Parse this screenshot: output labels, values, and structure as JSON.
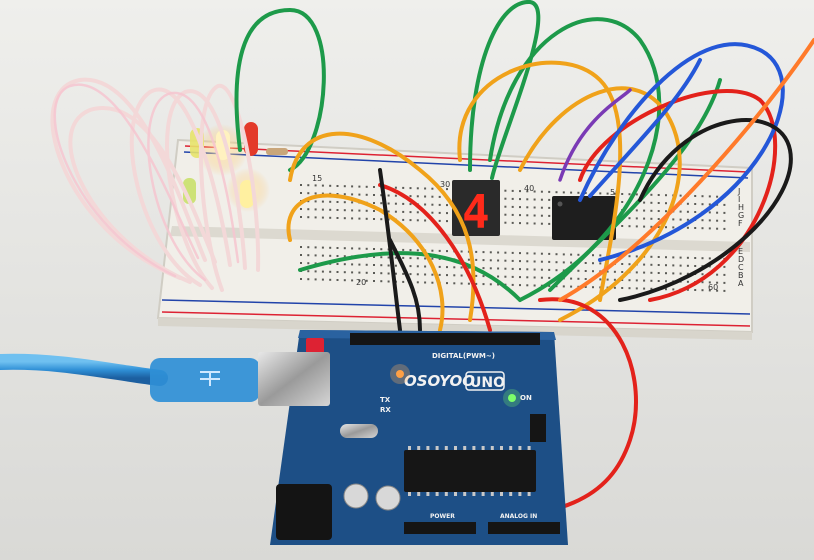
{
  "photo": {
    "board_brand": "OSOYOO",
    "board_model": "UNO",
    "header_label": "DIGITAL(PWM~)",
    "power_label": "POWER",
    "analog_label": "ANALOG IN",
    "on_label": "ON",
    "tx_label": "TX",
    "rx_label": "RX",
    "seven_segment_digit": "4",
    "breadboard_columns": [
      "15",
      "20",
      "30",
      "40",
      "50",
      "60"
    ],
    "breadboard_rows_top": [
      "J",
      "I",
      "H",
      "G",
      "F"
    ],
    "breadboard_rows_bottom": [
      "E",
      "D",
      "C",
      "B",
      "A"
    ]
  },
  "colors": {
    "background": "#e6e6e3",
    "board": "#1d4f86",
    "breadboard": "#f1efe9",
    "usb_cable": "#2f8fd6",
    "wire_green": "#1d9a4a",
    "wire_orange": "#f0a21a",
    "wire_red": "#e3221b",
    "wire_blue": "#2457d8",
    "wire_black": "#1a1a1a",
    "wire_white": "#f3d8d8",
    "segment_on": "#ff2a1a"
  }
}
